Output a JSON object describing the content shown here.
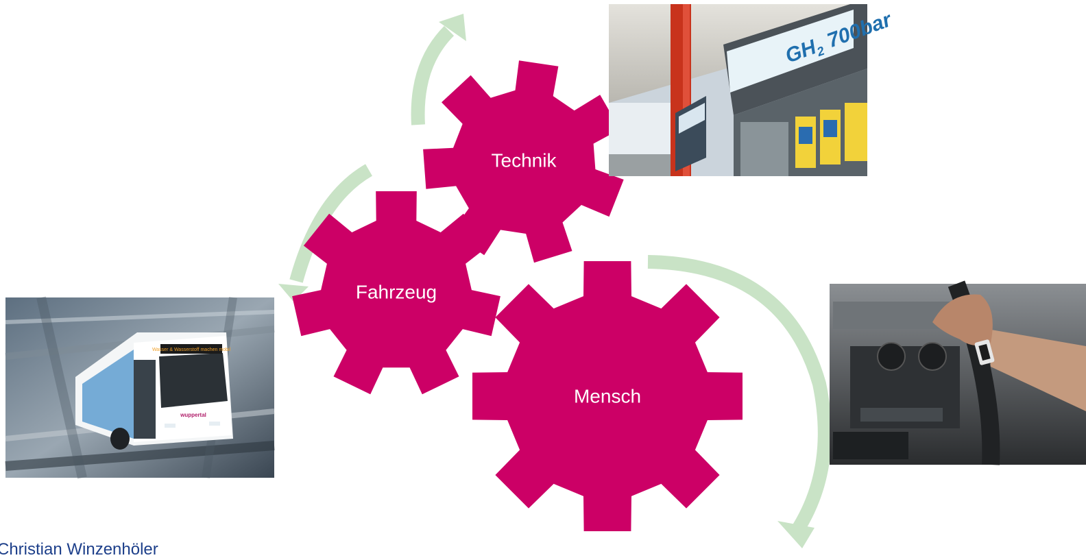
{
  "gears": {
    "technik": "Technik",
    "fahrzeug": "Fahrzeug",
    "mensch": "Mensch"
  },
  "station_sign": {
    "fuel": "GH",
    "fuel_subscript": "2",
    "pressure": "700bar"
  },
  "bus": {
    "destination": "Wasser & Wasserstoff machen mobil",
    "brand": "wuppertal"
  },
  "author": "Christian Winzenhöler",
  "colors": {
    "gear": "#cc0066",
    "arrow": "#c9e3c6",
    "author_text": "#1d3f8a"
  },
  "icons": {
    "gears": "gear-icon",
    "arrows": "curved-arrow-icon"
  }
}
